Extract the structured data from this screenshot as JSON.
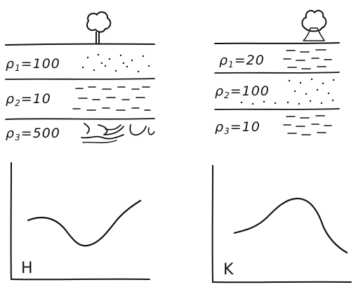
{
  "panels": [
    {
      "id": "H",
      "curve_label": "H",
      "layers": [
        {
          "rho_label": "ρ",
          "sub": "1",
          "value_text": "=100"
        },
        {
          "rho_label": "ρ",
          "sub": "2",
          "value_text": "=10"
        },
        {
          "rho_label": "ρ",
          "sub": "3",
          "value_text": "=500"
        }
      ]
    },
    {
      "id": "K",
      "curve_label": "K",
      "layers": [
        {
          "rho_label": "ρ",
          "sub": "1",
          "value_text": "=20"
        },
        {
          "rho_label": "ρ",
          "sub": "2",
          "value_text": "=100"
        },
        {
          "rho_label": "ρ",
          "sub": "3",
          "value_text": "=10"
        }
      ]
    }
  ],
  "colors": {
    "ink": "#111111",
    "paper": "#ffffff"
  },
  "icons": [
    "tree-icon",
    "bush-icon"
  ]
}
